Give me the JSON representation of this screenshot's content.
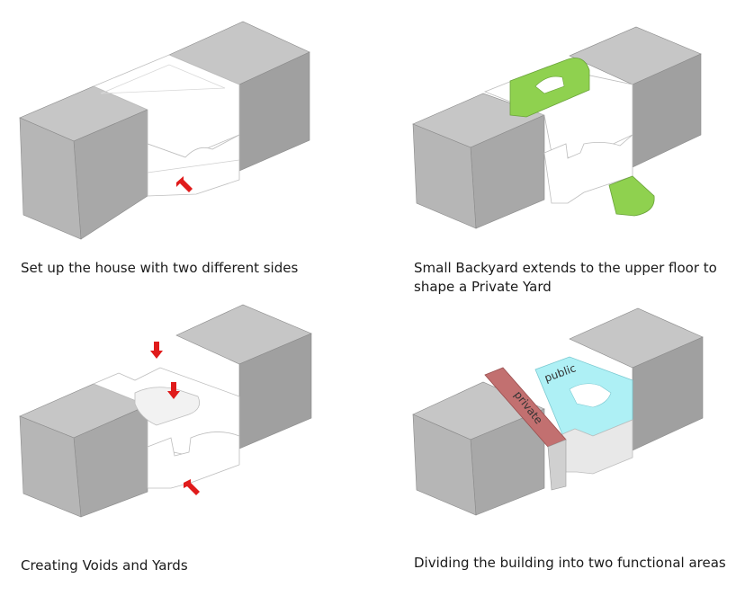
{
  "panels": [
    {
      "caption": "Set up the house with two different sides"
    },
    {
      "caption": "Small Backyard extends to the upper floor to shape a Private Yard"
    },
    {
      "caption": "Creating Voids and Yards"
    },
    {
      "caption": "Dividing the building into two functional areas",
      "zones": {
        "private": "private",
        "public": "public"
      }
    }
  ],
  "colors": {
    "grey_top": "#c6c6c6",
    "grey_front": "#a8a8a8",
    "grey_side": "#8e8e8e",
    "white": "#ffffff",
    "green": "#8fd14f",
    "cyan": "#aef0f5",
    "red_zone": "#c27070",
    "arrow": "#e01b1b"
  }
}
